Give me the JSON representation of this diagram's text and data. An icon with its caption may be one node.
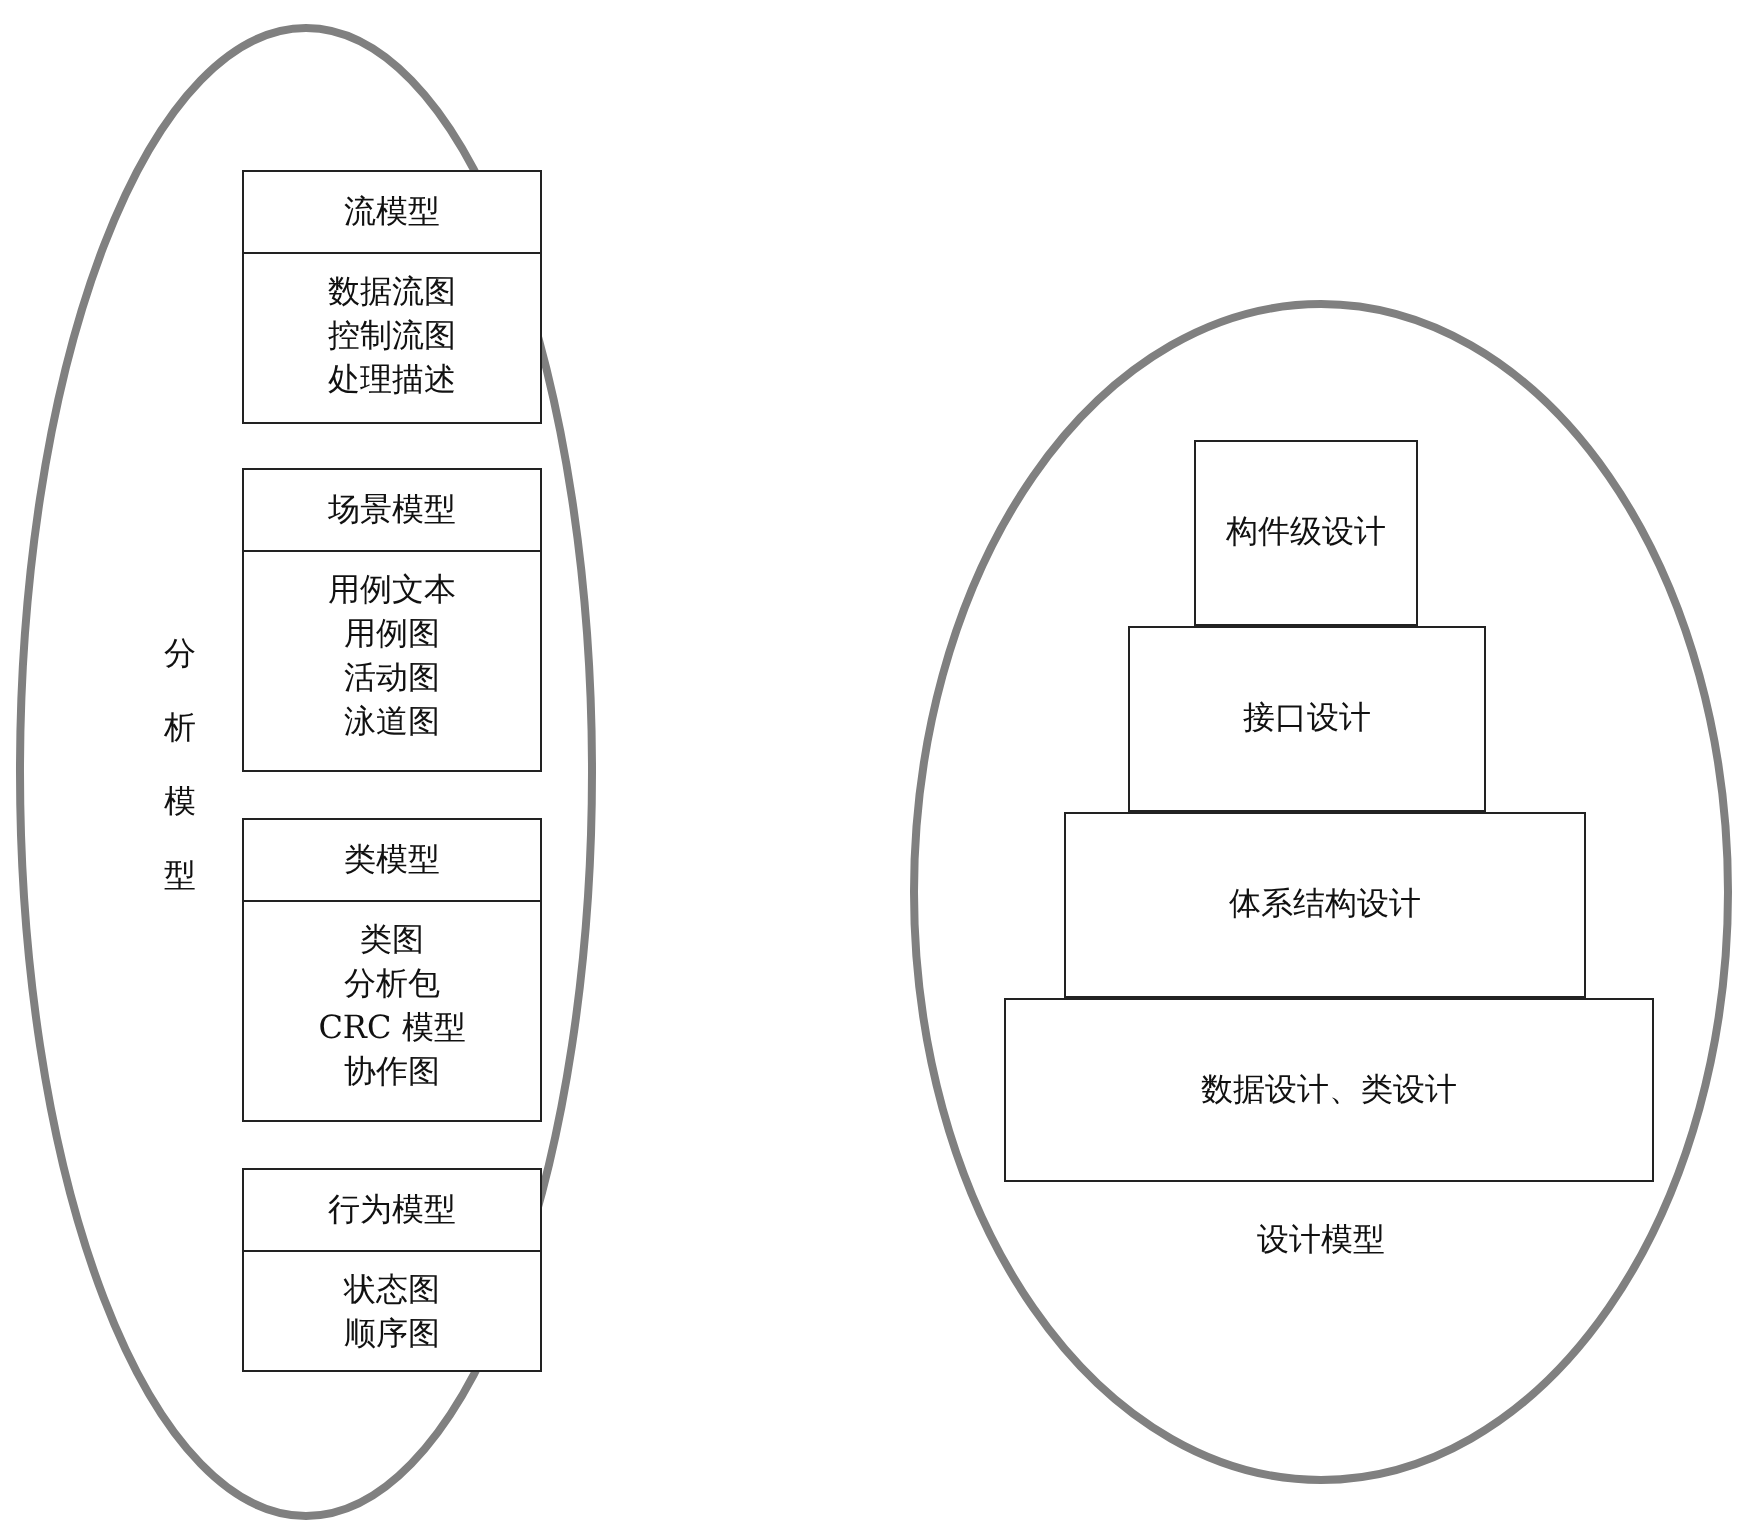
{
  "diagram": {
    "nodes": [
      {
        "text": [
          "分析模型"
        ]
      },
      {
        "text": [
          "流模型",
          "数据流图",
          "控制流图",
          "处理描述"
        ],
        "in": 0
      },
      {
        "text": [
          "场景模型",
          "用例文本",
          "用例图",
          "活动图",
          "泳道图"
        ],
        "in": 0
      },
      {
        "text": [
          "类模型",
          "类图",
          "分析包",
          "CRC 模型",
          "协作图"
        ],
        "in": 0
      },
      {
        "text": [
          "行为模型",
          "状态图",
          "顺序图"
        ],
        "in": 0
      },
      {
        "text": [
          "设计模型"
        ]
      },
      {
        "text": [
          "构件级设计"
        ],
        "in": 5
      },
      {
        "text": [
          "接口设计"
        ],
        "in": 5
      },
      {
        "text": [
          "体系结构设计"
        ],
        "in": 5
      },
      {
        "text": [
          "数据设计、类设计"
        ],
        "in": 5
      }
    ]
  }
}
